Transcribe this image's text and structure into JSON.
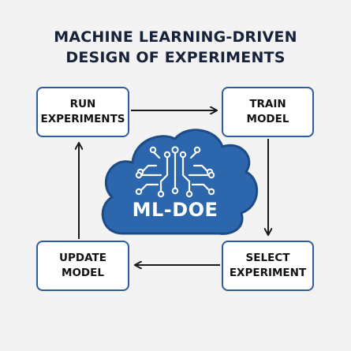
{
  "title": {
    "line1": "MACHINE LEARNING-DRIVEN",
    "line2": "DESIGN OF EXPERIMENTS"
  },
  "steps": {
    "run": {
      "line1": "RUN",
      "line2": "EXPERIMENTS"
    },
    "train": {
      "line1": "TRAIN",
      "line2": "MODEL"
    },
    "select": {
      "line1": "SELECT",
      "line2": "EXPERIMENT"
    },
    "update": {
      "line1": "UPDATE",
      "line2": "MODEL"
    }
  },
  "center": {
    "label": "ML-DOE",
    "icon": "circuit-brain-icon"
  },
  "colors": {
    "accent": "#2c5d9c",
    "cloud": "#2c67ad",
    "text": "#15223a",
    "background": "#f3f3f3",
    "arrow": "#1a1a1a"
  }
}
